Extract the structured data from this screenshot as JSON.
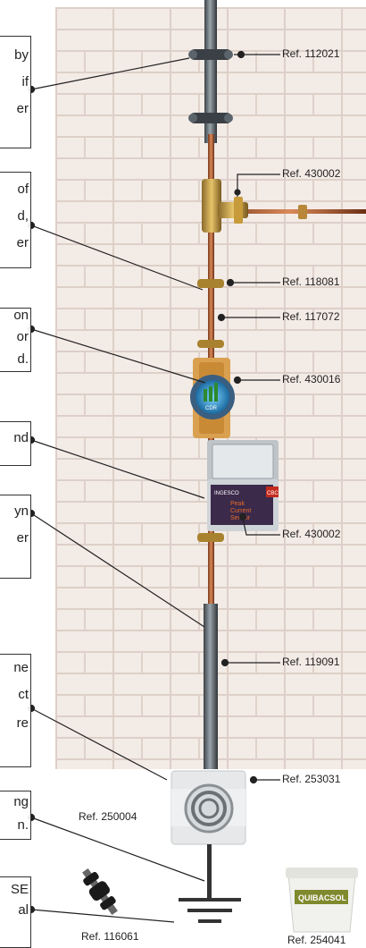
{
  "refs": {
    "r1": "Ref. 112021",
    "r2": "Ref. 430002",
    "r3": "Ref. 118081",
    "r4": "Ref. 117072",
    "r5": "Ref. 430016",
    "r6": "Ref. 430002",
    "r7": "Ref. 119091",
    "r8": "Ref. 253031",
    "r9": "Ref. 250004",
    "r10": "Ref. 116061",
    "r11": "Ref. 254041"
  },
  "notes": {
    "n1": [
      "by",
      "if",
      "er"
    ],
    "n2": [
      "of",
      "d,",
      "er"
    ],
    "n3": [
      "on",
      "or",
      "d."
    ],
    "n4": [
      "nd"
    ],
    "n5": [
      "yn",
      "er"
    ],
    "n6": [
      "ne",
      "ct",
      "re"
    ],
    "n7": [
      "ng",
      "n."
    ],
    "n8": [
      "SE",
      "al"
    ]
  },
  "device": {
    "counter_label": "CDR",
    "sensor_brand": "INGESCO",
    "sensor_logo": "CBC",
    "sensor_line1": "Peak",
    "sensor_line2": "Current",
    "sensor_line3": "Sensor"
  },
  "bucket_label": "QUIBACSOL"
}
